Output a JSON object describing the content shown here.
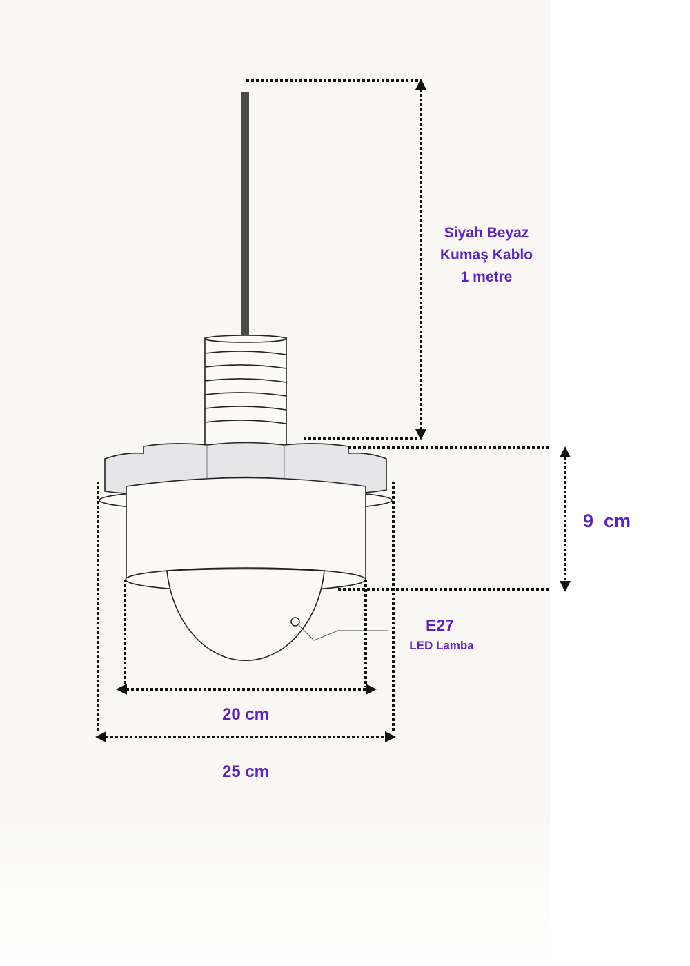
{
  "cable_label": {
    "line1": "Siyah Beyaz",
    "line2": "Kumaş Kablo",
    "line3": "1 metre"
  },
  "height_label": "9  cm",
  "bulb_label": {
    "type": "E27",
    "desc": "LED Lamba"
  },
  "inner_width_label": "20 cm",
  "outer_width_label": "25 cm",
  "colors": {
    "label": "#5a22c6",
    "background": "#f9f8f4"
  }
}
